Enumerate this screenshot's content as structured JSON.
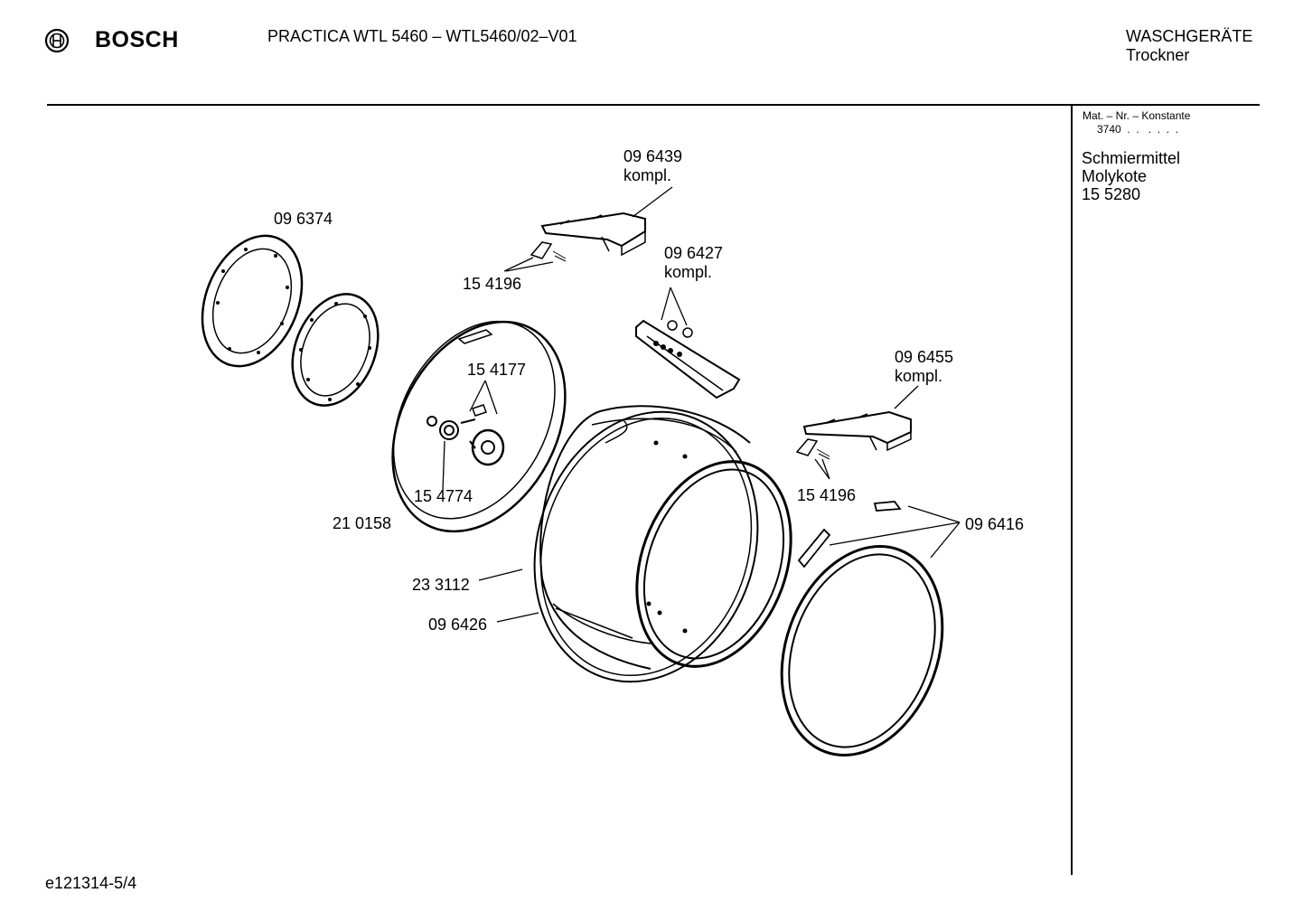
{
  "header": {
    "brand": "BOSCH",
    "title": "PRACTICA WTL 5460 – WTL5460/02–V01",
    "category_line1": "WASCHGERÄTE",
    "category_line2": "Trockner"
  },
  "sidebar": {
    "mat_label": "Mat. – Nr. – Konstante",
    "mat_value": "3740  .  .   .  .  .  .",
    "notes": [
      "Schmiermittel",
      "Molykote",
      "15 5280"
    ]
  },
  "parts": {
    "p096439": "09 6439",
    "p096439_sub": "kompl.",
    "p096374": "09 6374",
    "p154196_a": "15 4196",
    "p096427": "09 6427",
    "p096427_sub": "kompl.",
    "p154177": "15 4177",
    "p096455": "09 6455",
    "p096455_sub": "kompl.",
    "p154774": "15 4774",
    "p154196_b": "15 4196",
    "p210158": "21 0158",
    "p096416": "09 6416",
    "p233112": "23 3112",
    "p096426": "09 6426"
  },
  "footer": {
    "code": "e121314-5/4"
  },
  "icons": {
    "logo": "bosch-armature-icon"
  }
}
